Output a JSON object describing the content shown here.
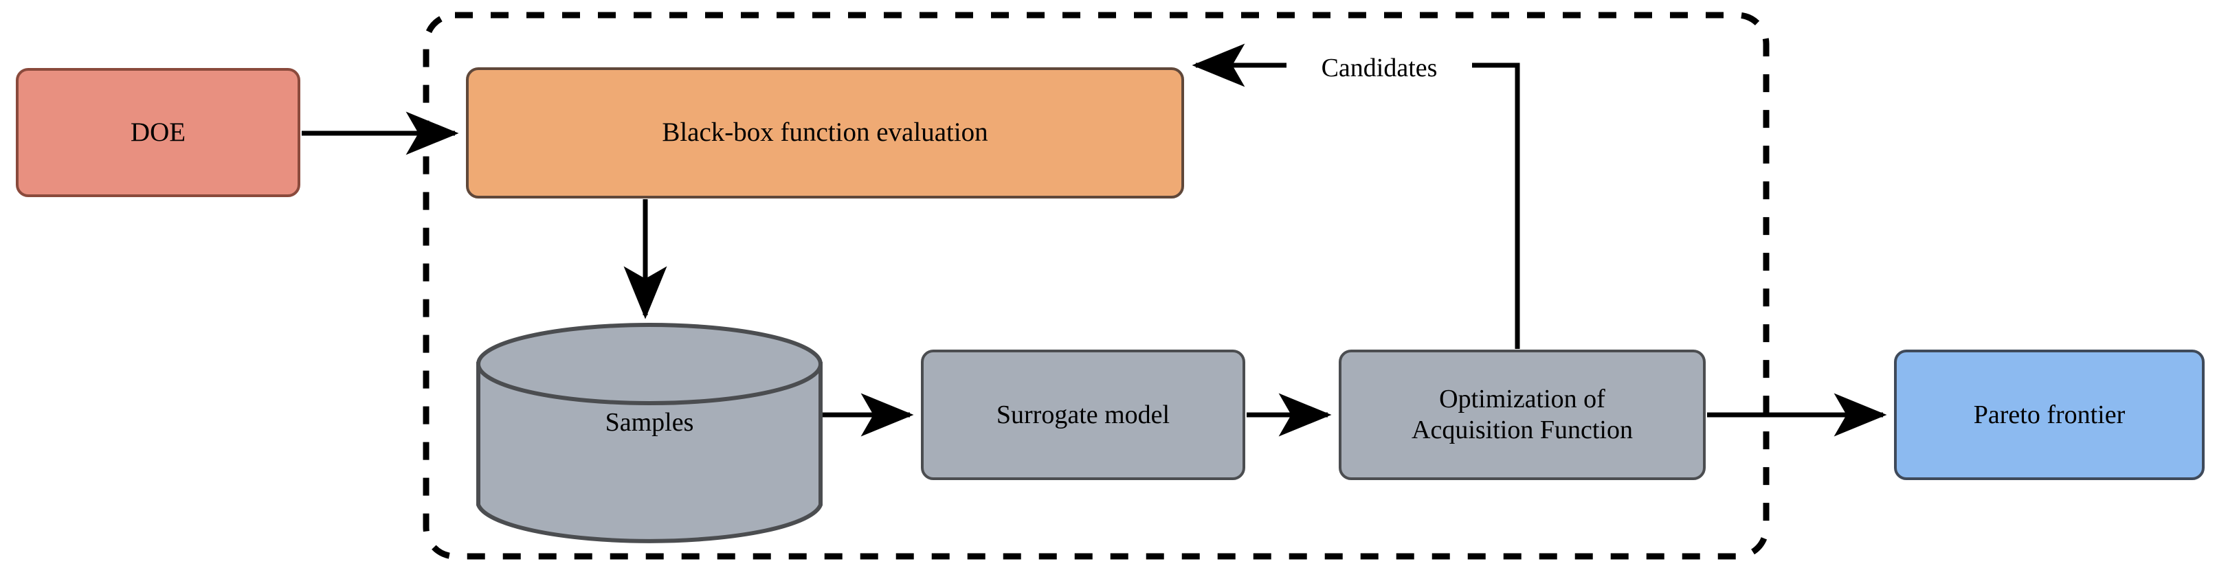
{
  "diagram": {
    "title": "Bayesian optimization loop flowchart",
    "background": "#ffffff",
    "container": {
      "name": "optimization-loop-boundary",
      "style": "dashed",
      "label": ""
    },
    "nodes": {
      "doe": {
        "label": "DOE",
        "shape": "rounded-rectangle",
        "fill": "#E89080",
        "stroke": "#8A4A3C"
      },
      "blackbox": {
        "label": "Black-box function evaluation",
        "shape": "rounded-rectangle",
        "fill": "#EFAA74",
        "stroke": "#60483A"
      },
      "samples": {
        "label": "Samples",
        "shape": "cylinder",
        "fill": "#A7AEB8",
        "stroke": "#4B4D50"
      },
      "surrogate": {
        "label": "Surrogate model",
        "shape": "rounded-rectangle",
        "fill": "#A7AEB8",
        "stroke": "#4B4D50"
      },
      "optimization": {
        "label": "Optimization of\nAcquisition Function",
        "shape": "rounded-rectangle",
        "fill": "#A7AEB8",
        "stroke": "#4B4D50"
      },
      "pareto": {
        "label": "Pareto frontier",
        "shape": "rounded-rectangle",
        "fill": "#8CBAF0",
        "stroke": "#3F4A5A"
      }
    },
    "edges": [
      {
        "name": "doe-to-blackbox",
        "from": "doe",
        "to": "blackbox",
        "label": "",
        "direction": "right"
      },
      {
        "name": "blackbox-to-samples",
        "from": "blackbox",
        "to": "samples",
        "label": "",
        "direction": "down"
      },
      {
        "name": "samples-to-surrogate",
        "from": "samples",
        "to": "surrogate",
        "label": "",
        "direction": "right"
      },
      {
        "name": "surrogate-to-optimization",
        "from": "surrogate",
        "to": "optimization",
        "label": "",
        "direction": "right"
      },
      {
        "name": "optimization-to-blackbox",
        "from": "optimization",
        "to": "blackbox",
        "label": "Candidates",
        "direction": "up-left"
      },
      {
        "name": "optimization-to-pareto",
        "from": "optimization",
        "to": "pareto",
        "label": "",
        "direction": "right"
      }
    ]
  }
}
